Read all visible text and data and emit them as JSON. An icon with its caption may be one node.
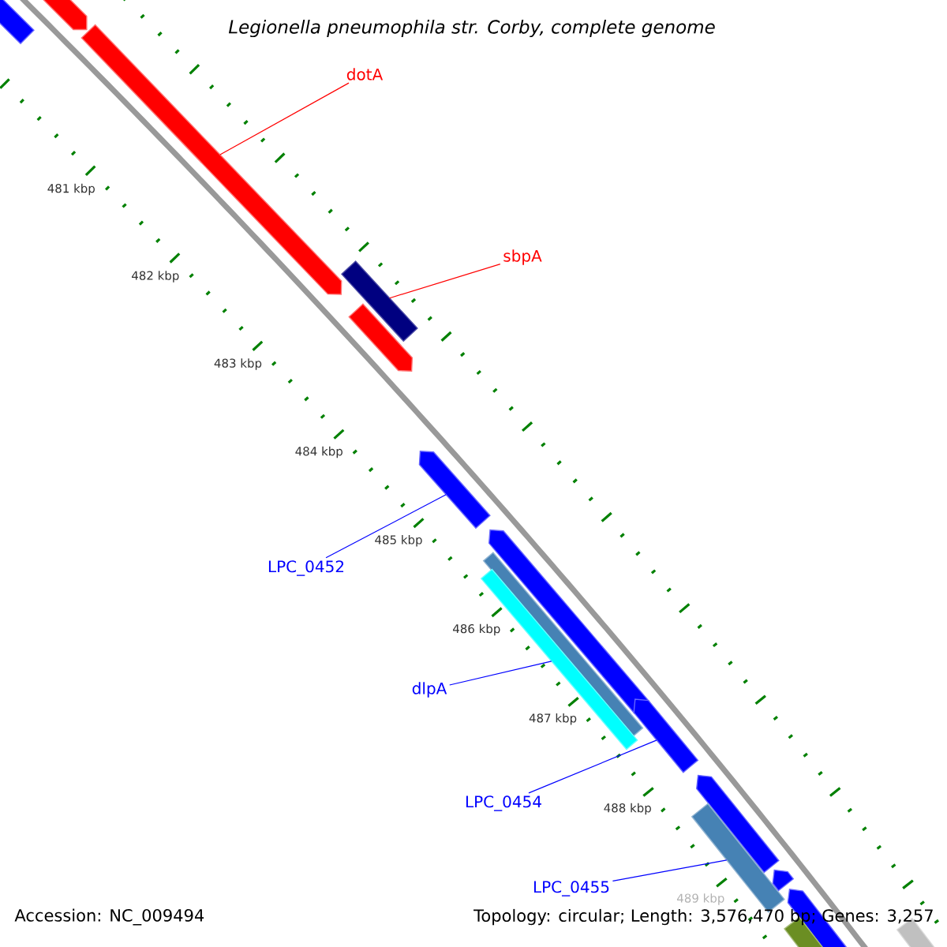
{
  "diagram": {
    "title": "Legionella pneumophila str. Corby, complete genome",
    "nodes": [
      {
        "text": [
          "dotA"
        ]
      },
      {
        "text": [
          "sbpA"
        ]
      },
      {
        "text": [
          "LPC_0452"
        ]
      },
      {
        "text": [
          "dlpA"
        ]
      },
      {
        "text": [
          "LPC_0454"
        ]
      },
      {
        "text": [
          "LPC_0455"
        ]
      },
      {
        "text": [],
        "shape": "bar"
      },
      {
        "text": [],
        "shape": "pentagon"
      },
      {
        "text": [],
        "shape": "pentagon"
      },
      {
        "text": [],
        "shape": "bar"
      },
      {
        "text": [],
        "shape": "pentagon"
      },
      {
        "text": [],
        "shape": "pentagon"
      },
      {
        "text": [],
        "shape": "pentagon"
      },
      {
        "text": [],
        "shape": "bar"
      },
      {
        "text": [],
        "shape": "bar"
      },
      {
        "text": [],
        "shape": "pentagon"
      },
      {
        "text": [],
        "shape": "pentagon"
      },
      {
        "text": [],
        "shape": "bar"
      },
      {
        "text": [],
        "shape": "pentagon"
      },
      {
        "text": [],
        "shape": "pentagon"
      },
      {
        "text": [],
        "shape": "bar"
      },
      {
        "text": [],
        "shape": "bar"
      }
    ],
    "edges": [
      {
        "from": 0,
        "to": 8,
        "arrow": "none",
        "color": "#ff0000"
      },
      {
        "from": 1,
        "to": 9,
        "arrow": "none",
        "color": "#ff0000"
      },
      {
        "from": 2,
        "to": 11,
        "arrow": "none"
      },
      {
        "from": 3,
        "to": 14,
        "arrow": "none"
      },
      {
        "from": 4,
        "to": 15,
        "arrow": "none"
      },
      {
        "from": 5,
        "to": 17,
        "arrow": "none"
      }
    ],
    "labels": [
      "481 kbp",
      "482 kbp",
      "483 kbp",
      "484 kbp",
      "485 kbp",
      "486 kbp",
      "487 kbp",
      "488 kbp",
      "489 kbp",
      "Accession: NC_009494",
      "Topology: circular; Length: 3,576,470 bp; Genes: 3,257"
    ]
  }
}
